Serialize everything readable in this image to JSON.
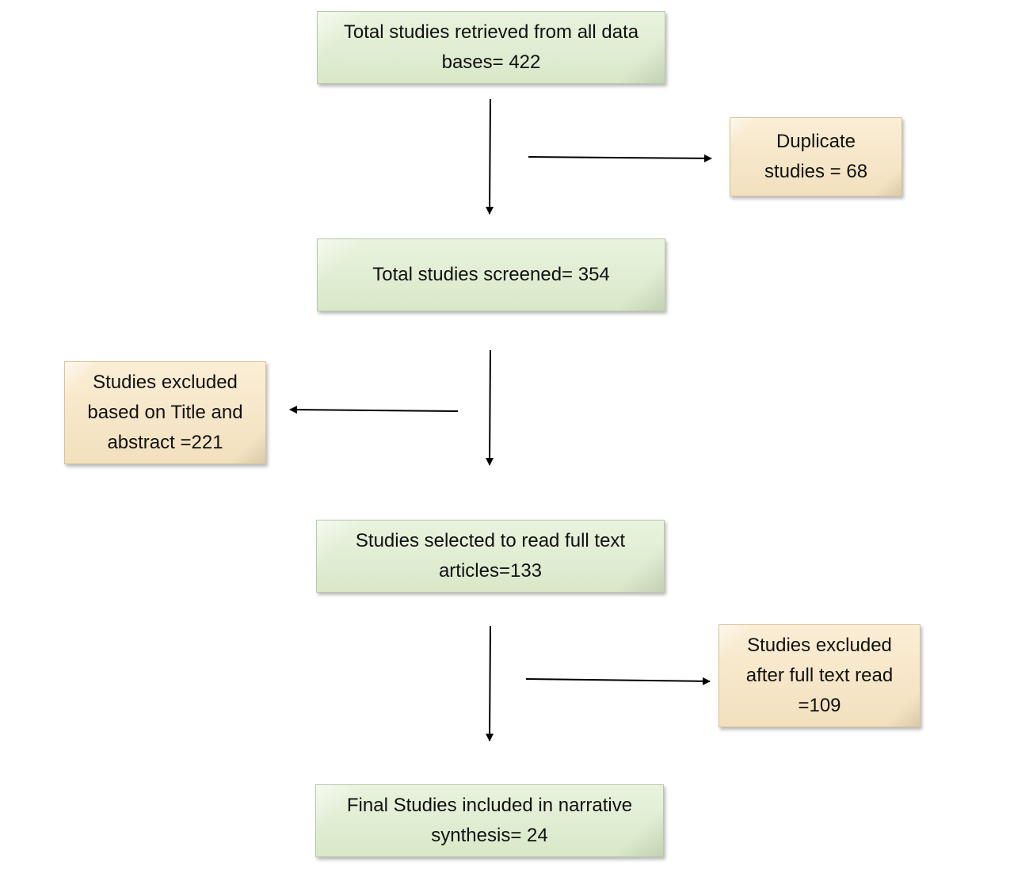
{
  "flow": {
    "retrieved": "Total studies retrieved from all data bases= 422",
    "duplicates": "Duplicate studies = 68",
    "screened": "Total studies screened= 354",
    "excluded_title_abstract": "Studies excluded based on Title and abstract =221",
    "full_text_selected": "Studies selected to read full text articles=133",
    "excluded_full_text": "Studies excluded after full text read =109",
    "final_included": "Final Studies included in narrative synthesis= 24"
  },
  "colors": {
    "main_box": "#dceccd",
    "side_box": "#f6e6c7",
    "arrow": "#000000"
  }
}
